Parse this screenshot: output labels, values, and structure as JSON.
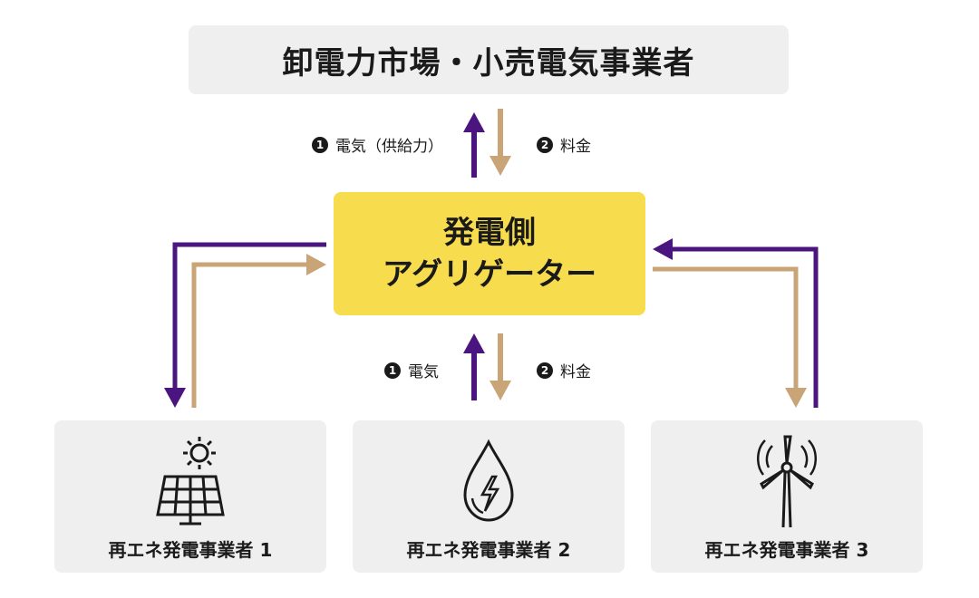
{
  "market": {
    "title": "卸電力市場・小売電気事業者"
  },
  "aggregator": {
    "line1": "発電側",
    "line2": "アグリゲーター"
  },
  "top_flows": {
    "electricity": {
      "num": "1",
      "text": "電気（供給力）"
    },
    "fee": {
      "num": "2",
      "text": "料金"
    }
  },
  "middle_flows": {
    "electricity": {
      "num": "1",
      "text": "電気"
    },
    "fee": {
      "num": "2",
      "text": "料金"
    }
  },
  "generators": [
    {
      "label": "再エネ発電事業者 1",
      "icon": "solar-panel-icon"
    },
    {
      "label": "再エネ発電事業者 2",
      "icon": "hydro-drop-icon"
    },
    {
      "label": "再エネ発電事業者 3",
      "icon": "wind-turbine-icon"
    }
  ],
  "colors": {
    "electricity": "#4b1580",
    "fee": "#c9a477",
    "aggregator": "#f7dc4d",
    "box": "#efefef"
  }
}
